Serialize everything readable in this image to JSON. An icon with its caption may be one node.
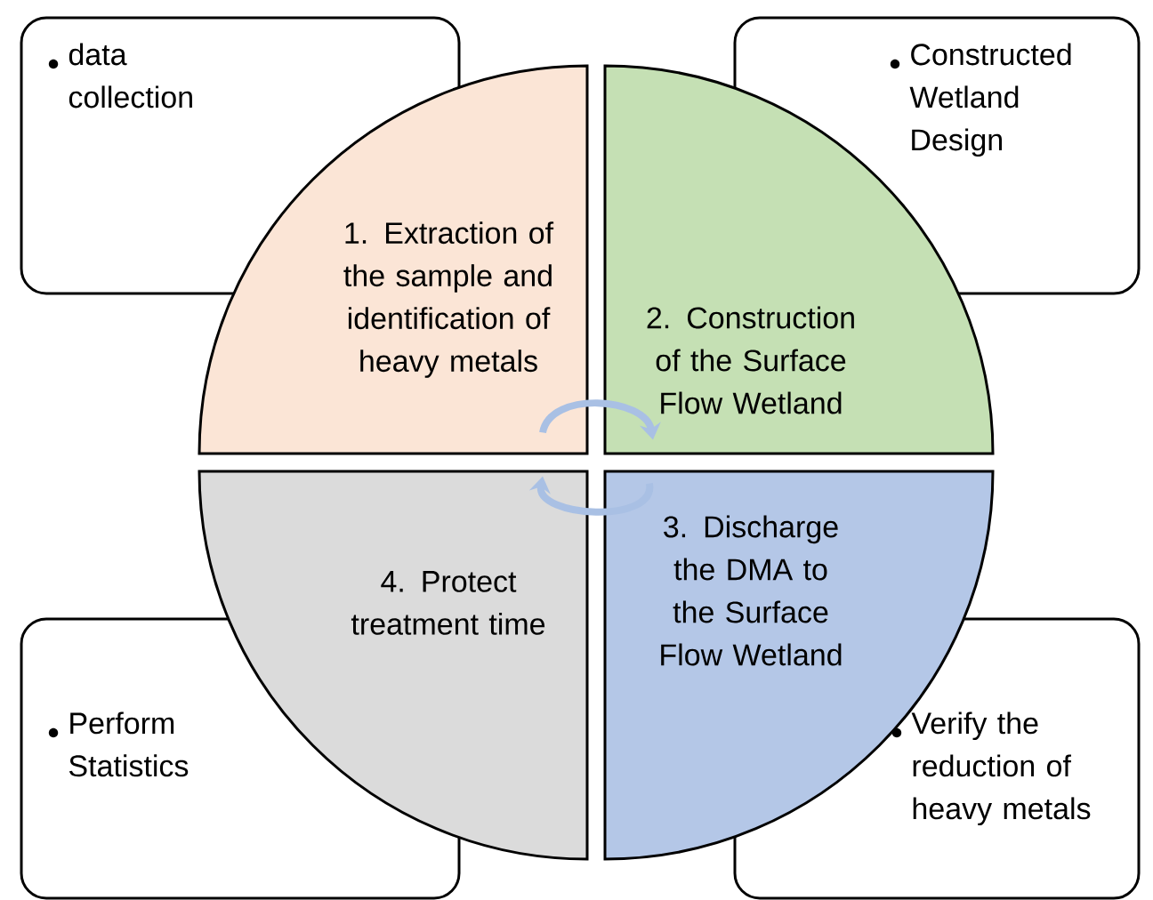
{
  "diagram": {
    "nodes": [
      {
        "text": [
          "data collection"
        ]
      },
      {
        "text": [
          "Constructed Wetland Design"
        ]
      },
      {
        "text": [
          "1. Extraction of the sample and identification of heavy metals"
        ]
      },
      {
        "text": [
          "2. Construction of the Surface Flow Wetland"
        ]
      },
      {
        "text": [
          "4. Protect treatment time"
        ]
      },
      {
        "text": [
          "3. Discharge the DMA to the Surface Flow Wetland"
        ]
      },
      {
        "text": [
          "Perform Statistics"
        ]
      },
      {
        "text": [
          "Verify the reduction of heavy metals"
        ]
      }
    ],
    "edges": [
      {
        "from": 2,
        "to": 3,
        "arrow": "to"
      },
      {
        "from": 5,
        "to": 4,
        "arrow": "to"
      }
    ]
  }
}
